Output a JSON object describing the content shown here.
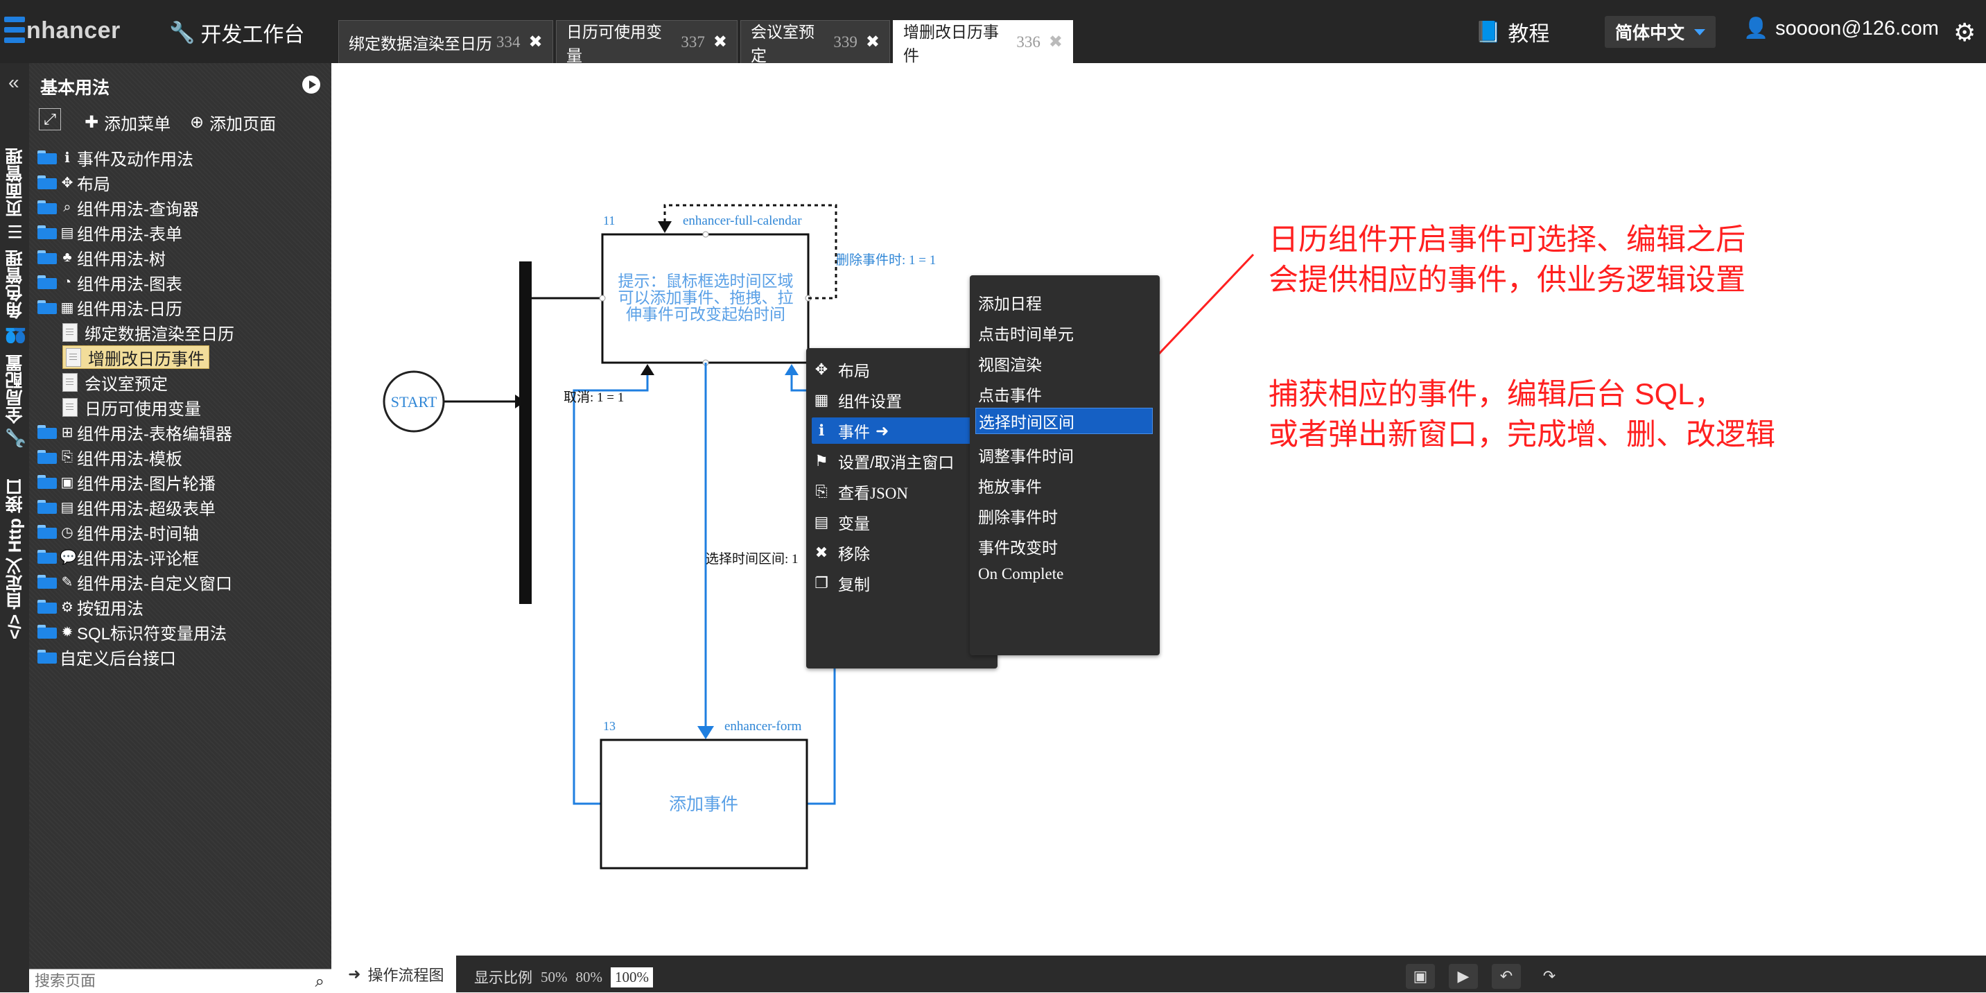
{
  "app": {
    "logo_text": "nhancer",
    "workbench": "开发工作台"
  },
  "tabs": [
    {
      "label": "绑定数据渲染至日历",
      "num": "334"
    },
    {
      "label": "日历可使用变量",
      "num": "337"
    },
    {
      "label": "会议室预定",
      "num": "339"
    },
    {
      "label": "增删改日历事件",
      "num": "336"
    }
  ],
  "header": {
    "tutorial": "教程",
    "language": "简体中文",
    "user": "soooon@126.com"
  },
  "rail": {
    "page_mgmt": "页面管理",
    "role_mgmt": "角色管理",
    "global_config": "全局配置",
    "http_api": "自定义 Http 接口"
  },
  "panel": {
    "title": "基本用法",
    "add_menu": "添加菜单",
    "add_page": "添加页面",
    "tree": [
      "事件及动作用法",
      "布局",
      "组件用法-查询器",
      "组件用法-表单",
      "组件用法-树",
      "组件用法-图表",
      "组件用法-日历",
      "绑定数据渲染至日历",
      "增删改日历事件",
      "会议室预定",
      "日历可使用变量",
      "组件用法-表格编辑器",
      "组件用法-模板",
      "组件用法-图片轮播",
      "组件用法-超级表单",
      "组件用法-时间轴",
      "组件用法-评论框",
      "组件用法-自定义窗口",
      "按钮用法",
      "SQL标识符变量用法",
      "自定义后台接口"
    ],
    "search_placeholder": "搜索页面"
  },
  "diagram": {
    "start": "START",
    "calendar_id": "11",
    "calendar_type": "enhancer-full-calendar",
    "calendar_text": [
      "提示：鼠标框选时间区域",
      "可以添加事件、拖拽、拉",
      "伸事件可改变起始时间"
    ],
    "delete_label": "删除事件时: 1 = 1",
    "cancel_label": "取消: 1 = 1",
    "select_label": "选择时间区间: 1",
    "form_id": "13",
    "form_type": "enhancer-form",
    "form_text": "添加事件"
  },
  "context_menu": [
    "布局",
    "组件设置",
    "事件",
    "设置/取消主窗口",
    "查看JSON",
    "变量",
    "移除",
    "复制"
  ],
  "submenu": [
    "添加日程",
    "点击时间单元",
    "视图渲染",
    "点击事件",
    "选择时间区间",
    "调整事件时间",
    "拖放事件",
    "删除事件时",
    "事件改变时",
    "On Complete"
  ],
  "annotations": {
    "line1": "日历组件开启事件可选择、编辑之后",
    "line2": "会提供相应的事件，供业务逻辑设置",
    "line3": "捕获相应的事件，编辑后台 SQL，",
    "line4": "或者弹出新窗口，完成增、删、改逻辑"
  },
  "bottom": {
    "flow_tab": "操作流程图",
    "ratio_label": "显示比例",
    "ratio_options": [
      "50%",
      "80%",
      "100%"
    ],
    "ratio_selected": "100%"
  },
  "colors": {
    "accent": "#1f86e8",
    "annotation": "#ff2020",
    "menu_highlight": "#1560c4",
    "topbar": "#262626"
  }
}
